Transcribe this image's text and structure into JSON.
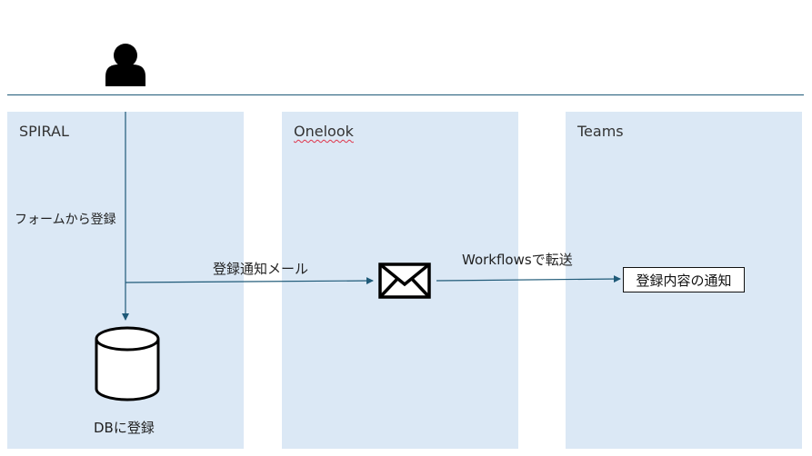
{
  "lanes": {
    "spiral": "SPIRAL",
    "onelook": "Onelook",
    "teams": "Teams"
  },
  "flows": {
    "form_register": "フォームから登録",
    "register_mail": "登録通知メール",
    "workflows_forward": "Workflowsで転送",
    "db_register": "DBに登録"
  },
  "nodes": {
    "user": "user-icon",
    "mail": "envelope-icon",
    "database": "database-icon",
    "notice": "登録内容の通知"
  },
  "colors": {
    "lane_fill": "#dbe8f5",
    "line": "#1f5a78",
    "icon": "#000000"
  }
}
